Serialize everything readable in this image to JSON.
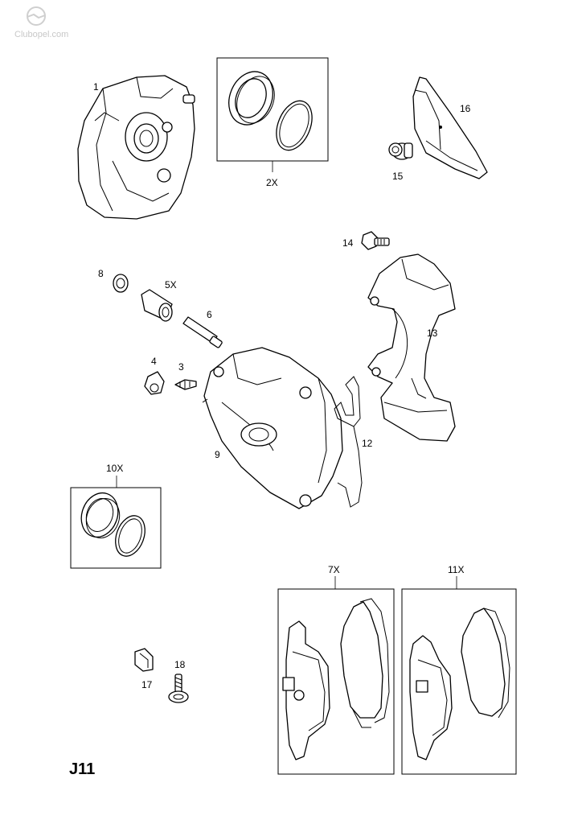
{
  "watermark": {
    "text": "Clubopel.com"
  },
  "page_code": "J11",
  "callouts": {
    "p1": "1",
    "p2": "2X",
    "p16": "16",
    "p15": "15",
    "p14": "14",
    "p8": "8",
    "p5": "5X",
    "p6": "6",
    "p13": "13",
    "p4": "4",
    "p3": "3",
    "p12": "12",
    "p9": "9",
    "p10": "10X",
    "p7": "7X",
    "p11": "11X",
    "p18": "18",
    "p17": "17"
  }
}
